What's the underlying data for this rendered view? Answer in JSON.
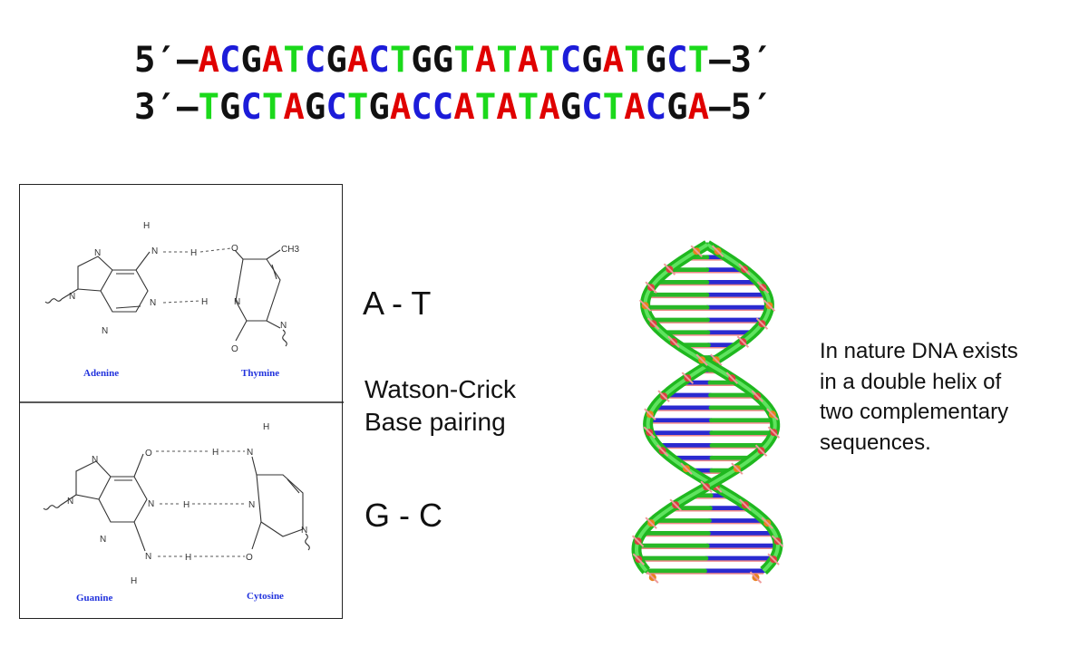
{
  "sequence": {
    "top": [
      {
        "t": "5′–",
        "c": "x"
      },
      {
        "t": "A",
        "c": "A"
      },
      {
        "t": "C",
        "c": "C"
      },
      {
        "t": "G",
        "c": "G"
      },
      {
        "t": "A",
        "c": "A"
      },
      {
        "t": "T",
        "c": "T"
      },
      {
        "t": "C",
        "c": "C"
      },
      {
        "t": "G",
        "c": "G"
      },
      {
        "t": "A",
        "c": "A"
      },
      {
        "t": "C",
        "c": "C"
      },
      {
        "t": "T",
        "c": "T"
      },
      {
        "t": "G",
        "c": "G"
      },
      {
        "t": "G",
        "c": "G"
      },
      {
        "t": "T",
        "c": "T"
      },
      {
        "t": "A",
        "c": "A"
      },
      {
        "t": "T",
        "c": "T"
      },
      {
        "t": "A",
        "c": "A"
      },
      {
        "t": "T",
        "c": "T"
      },
      {
        "t": "C",
        "c": "C"
      },
      {
        "t": "G",
        "c": "G"
      },
      {
        "t": "A",
        "c": "A"
      },
      {
        "t": "T",
        "c": "T"
      },
      {
        "t": "G",
        "c": "G"
      },
      {
        "t": "C",
        "c": "C"
      },
      {
        "t": "T",
        "c": "T"
      },
      {
        "t": "–3′",
        "c": "x"
      }
    ],
    "bottom": [
      {
        "t": "3′–",
        "c": "x"
      },
      {
        "t": "T",
        "c": "T"
      },
      {
        "t": "G",
        "c": "G"
      },
      {
        "t": "C",
        "c": "C"
      },
      {
        "t": "T",
        "c": "T"
      },
      {
        "t": "A",
        "c": "A"
      },
      {
        "t": "G",
        "c": "G"
      },
      {
        "t": "C",
        "c": "C"
      },
      {
        "t": "T",
        "c": "T"
      },
      {
        "t": "G",
        "c": "G"
      },
      {
        "t": "A",
        "c": "A"
      },
      {
        "t": "C",
        "c": "C"
      },
      {
        "t": "C",
        "c": "C"
      },
      {
        "t": "A",
        "c": "A"
      },
      {
        "t": "T",
        "c": "T"
      },
      {
        "t": "A",
        "c": "A"
      },
      {
        "t": "T",
        "c": "T"
      },
      {
        "t": "A",
        "c": "A"
      },
      {
        "t": "G",
        "c": "G"
      },
      {
        "t": "C",
        "c": "C"
      },
      {
        "t": "T",
        "c": "T"
      },
      {
        "t": "A",
        "c": "A"
      },
      {
        "t": "C",
        "c": "C"
      },
      {
        "t": "G",
        "c": "G"
      },
      {
        "t": "A",
        "c": "A"
      },
      {
        "t": "–5′",
        "c": "x"
      }
    ]
  },
  "colors": {
    "A": "#e00000",
    "C": "#1c1cd9",
    "T": "#1bd91b",
    "G": "#111111"
  },
  "structures": {
    "at": {
      "left_name": "Adenine",
      "right_name": "Thymine"
    },
    "gc": {
      "left_name": "Guanine",
      "right_name": "Cytosine"
    },
    "atoms": {
      "N": "N",
      "H": "H",
      "O": "O",
      "CH3": "CH3"
    }
  },
  "labels": {
    "at_pair": "A - T",
    "gc_pair": "G - C",
    "watson_crick_line1": "Watson-Crick",
    "watson_crick_line2": "Base pairing"
  },
  "note": {
    "lines": [
      "In nature DNA exists",
      "in a double helix of",
      "two complementary",
      "sequences."
    ]
  }
}
